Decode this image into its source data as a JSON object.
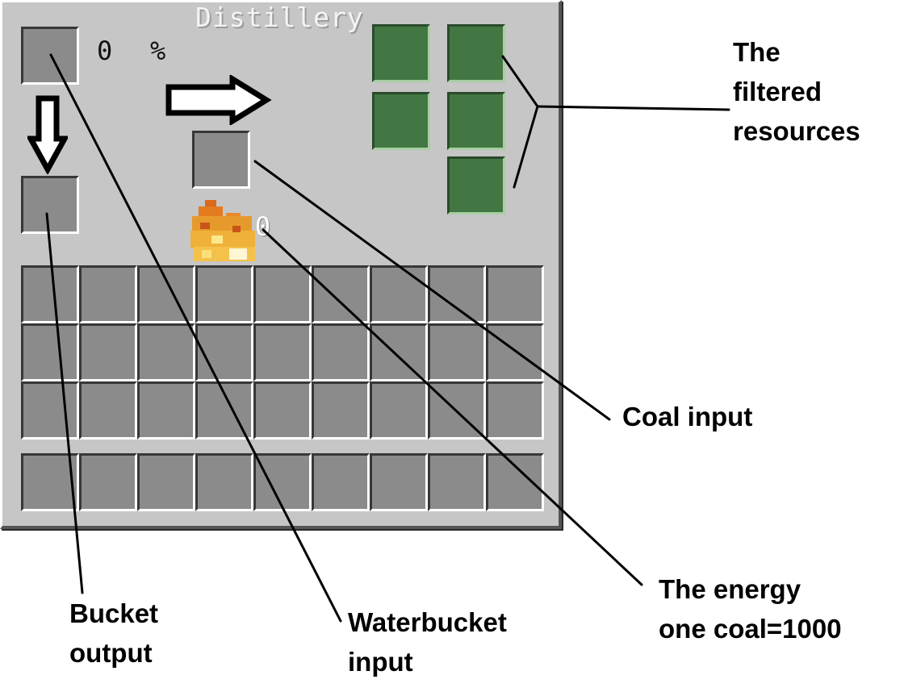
{
  "window": {
    "title": "Distillery"
  },
  "progress": {
    "value": "0",
    "unit": "%"
  },
  "energy": {
    "value": "0"
  },
  "icons": {
    "flame": "fire-icon",
    "arrow_right": "arrow-right-icon",
    "arrow_down": "arrow-down-icon"
  },
  "annotations": {
    "filtered": "The\nfiltered\nresources",
    "coal": "Coal input",
    "energy": "The energy\none coal=1000",
    "waterbucket": "Waterbucket\ninput",
    "bucket": "Bucket\noutput"
  },
  "colors": {
    "panel": "#c6c6c6",
    "slot": "#8b8b8b",
    "output_slot": "#427743"
  }
}
